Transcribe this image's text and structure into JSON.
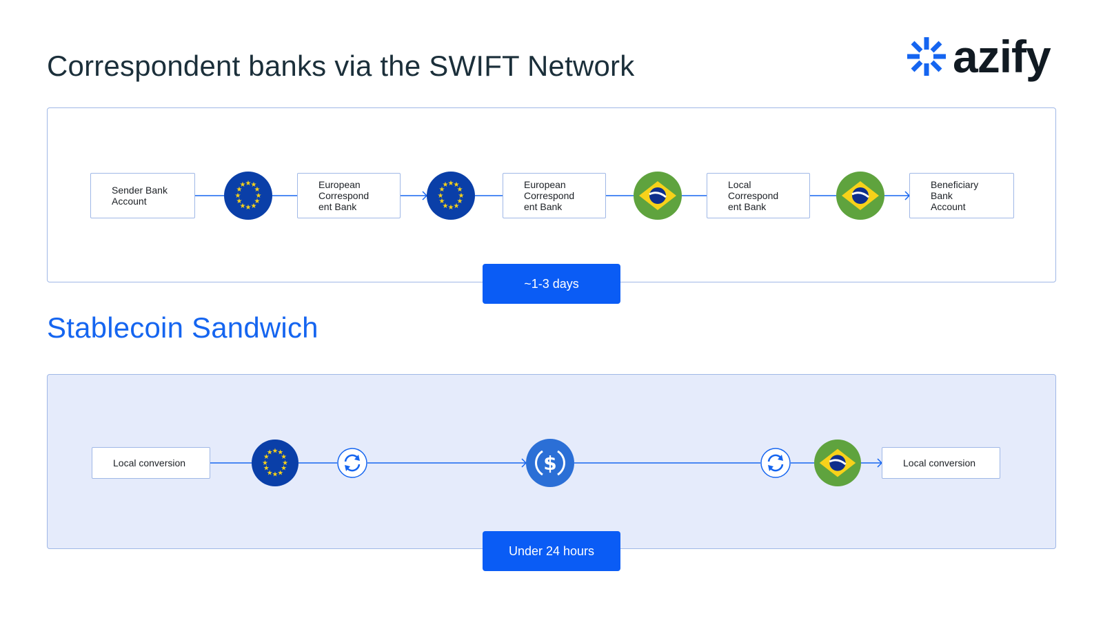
{
  "brand": {
    "name": "azify",
    "accent": "#1565f0",
    "badge_color": "#0a5cf5"
  },
  "swift": {
    "title": "Correspondent banks via the SWIFT Network",
    "nodes": [
      "Sender Bank\nAccount",
      "European\nCorrespond\nent Bank",
      "European\nCorrespond\nent Bank",
      "Local\nCorrespond\nent Bank",
      "Beneficiary\nBank\nAccount"
    ],
    "flags": [
      "eu-flag-icon",
      "eu-flag-icon",
      "brazil-flag-icon",
      "brazil-flag-icon"
    ],
    "duration": "~1-3 days"
  },
  "stablecoin": {
    "title": "Stablecoin Sandwich",
    "start_label": "Local conversion",
    "end_label": "Local conversion",
    "icons": [
      "eu-flag-icon",
      "exchange-icon",
      "usdc-coin-icon",
      "exchange-icon",
      "brazil-flag-icon"
    ],
    "duration": "Under 24 hours"
  }
}
